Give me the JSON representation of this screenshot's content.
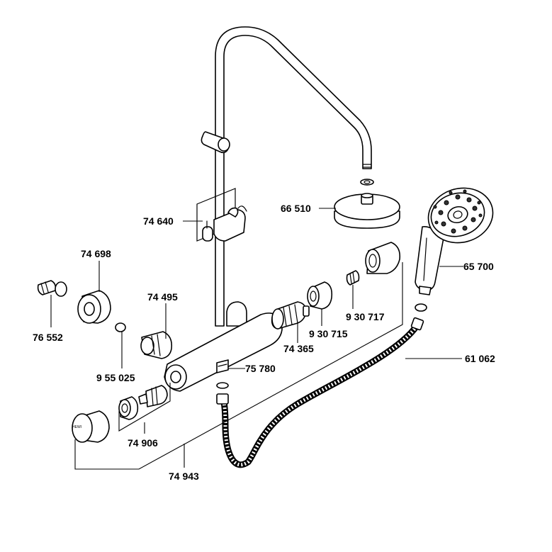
{
  "parts": {
    "p74640": "74 640",
    "p74698": "74 698",
    "p74495": "74 495",
    "p76552": "76 552",
    "p955025": "9 55 025",
    "p74906": "74 906",
    "p74943": "74 943",
    "p75780": "75 780",
    "p74365": "74 365",
    "p930715": "9 30 715",
    "p930717": "9 30 717",
    "p66510": "66 510",
    "p65700": "65 700",
    "p61062": "61 062"
  },
  "knob_marking": "HEWI"
}
